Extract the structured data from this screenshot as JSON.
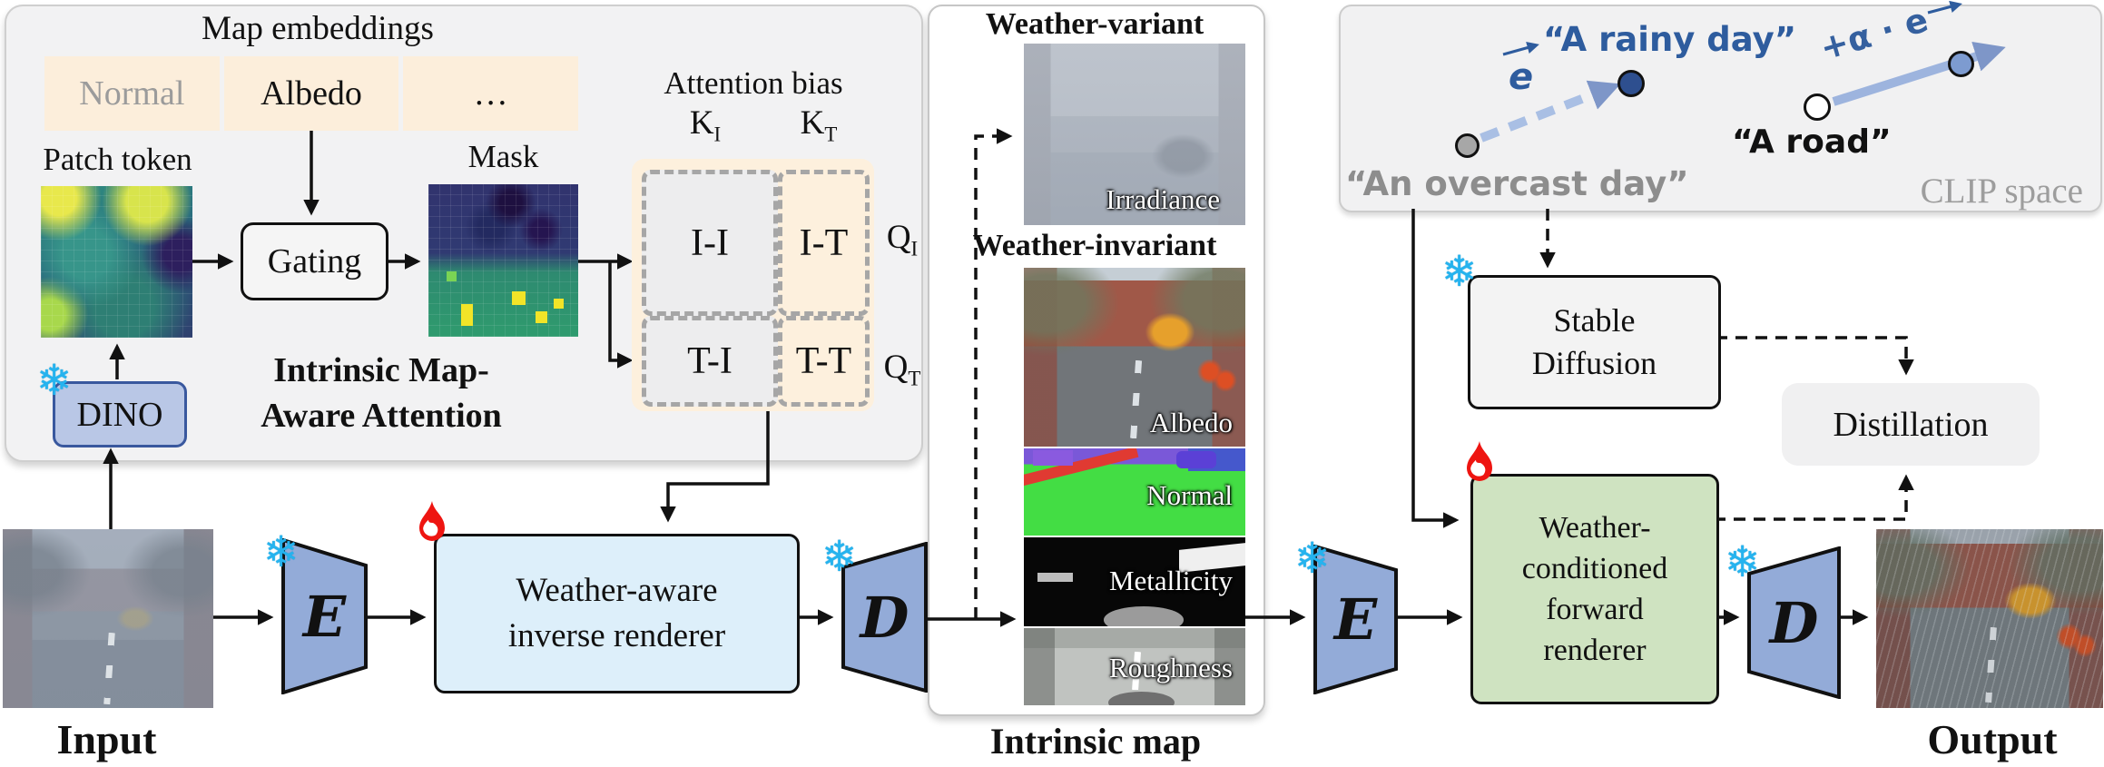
{
  "colors": {
    "panel_bg": "#f2f2f3",
    "panel_border": "#cfcfcf",
    "peach": "#fdf0dd",
    "embedding_cell": "#fceedb",
    "dino_fill": "#b9c7e6",
    "dino_border": "#39589e",
    "codec_fill": "#93abd8",
    "inverse_fill": "#ddeffa",
    "forward_fill": "#cfe3c1",
    "sd_fill": "#f3f3f3",
    "distill_fill": "#f0f0f1",
    "snowflake_blue": "#25b3ef",
    "fire_red": "#ee1511",
    "clip_text_blue": "#2e5c9e",
    "clip_arrow_light": "#a9bfe4",
    "clip_gray_text": "#8d8d8d",
    "clip_space_gray": "#9d9d9d",
    "dot_dark_blue": "#2e4f8f",
    "dot_light_blue": "#7d9bd0",
    "dot_gray": "#a7a7a7"
  },
  "icons": {
    "snowflake": "❄"
  },
  "attention": {
    "map_embeddings": {
      "title": "Map embeddings",
      "items": [
        "Normal",
        "Albedo",
        "…"
      ]
    },
    "patch_token_label": "Patch token",
    "gating_label": "Gating",
    "mask_label": "Mask",
    "dino_label": "DINO",
    "title_line1": "Intrinsic Map-",
    "title_line2": "Aware Attention",
    "bias": {
      "title": "Attention bias",
      "k_i_base": "K",
      "k_i_sub": "I",
      "k_t_base": "K",
      "k_t_sub": "T",
      "q_i_base": "Q",
      "q_i_sub": "I",
      "q_t_base": "Q",
      "q_t_sub": "T",
      "cell_ii": "I-I",
      "cell_it": "I-T",
      "cell_ti": "T-I",
      "cell_tt": "T-T"
    }
  },
  "intrinsic": {
    "variant_title": "Weather-variant",
    "invariant_title": "Weather-invariant",
    "caption": "Intrinsic map",
    "labels": {
      "irradiance": "Irradiance",
      "albedo": "Albedo",
      "normal": "Normal",
      "metallicity": "Metallicity",
      "roughness": "Roughness"
    }
  },
  "clip": {
    "rainy": "“A rainy day”",
    "road": "“A road”",
    "overcast": "“An overcast day”",
    "space": "CLIP space",
    "e_vector": "e",
    "alpha_term": "+α · e"
  },
  "flow": {
    "input_label": "Input",
    "output_label": "Output",
    "encoder_letter": "E",
    "decoder_letter": "D",
    "inverse_line1": "Weather-aware",
    "inverse_line2": "inverse renderer",
    "forward_line1": "Weather-",
    "forward_line2": "conditioned",
    "forward_line3": "forward",
    "forward_line4": "renderer",
    "sd_line1": "Stable",
    "sd_line2": "Diffusion",
    "distillation_label": "Distillation"
  }
}
